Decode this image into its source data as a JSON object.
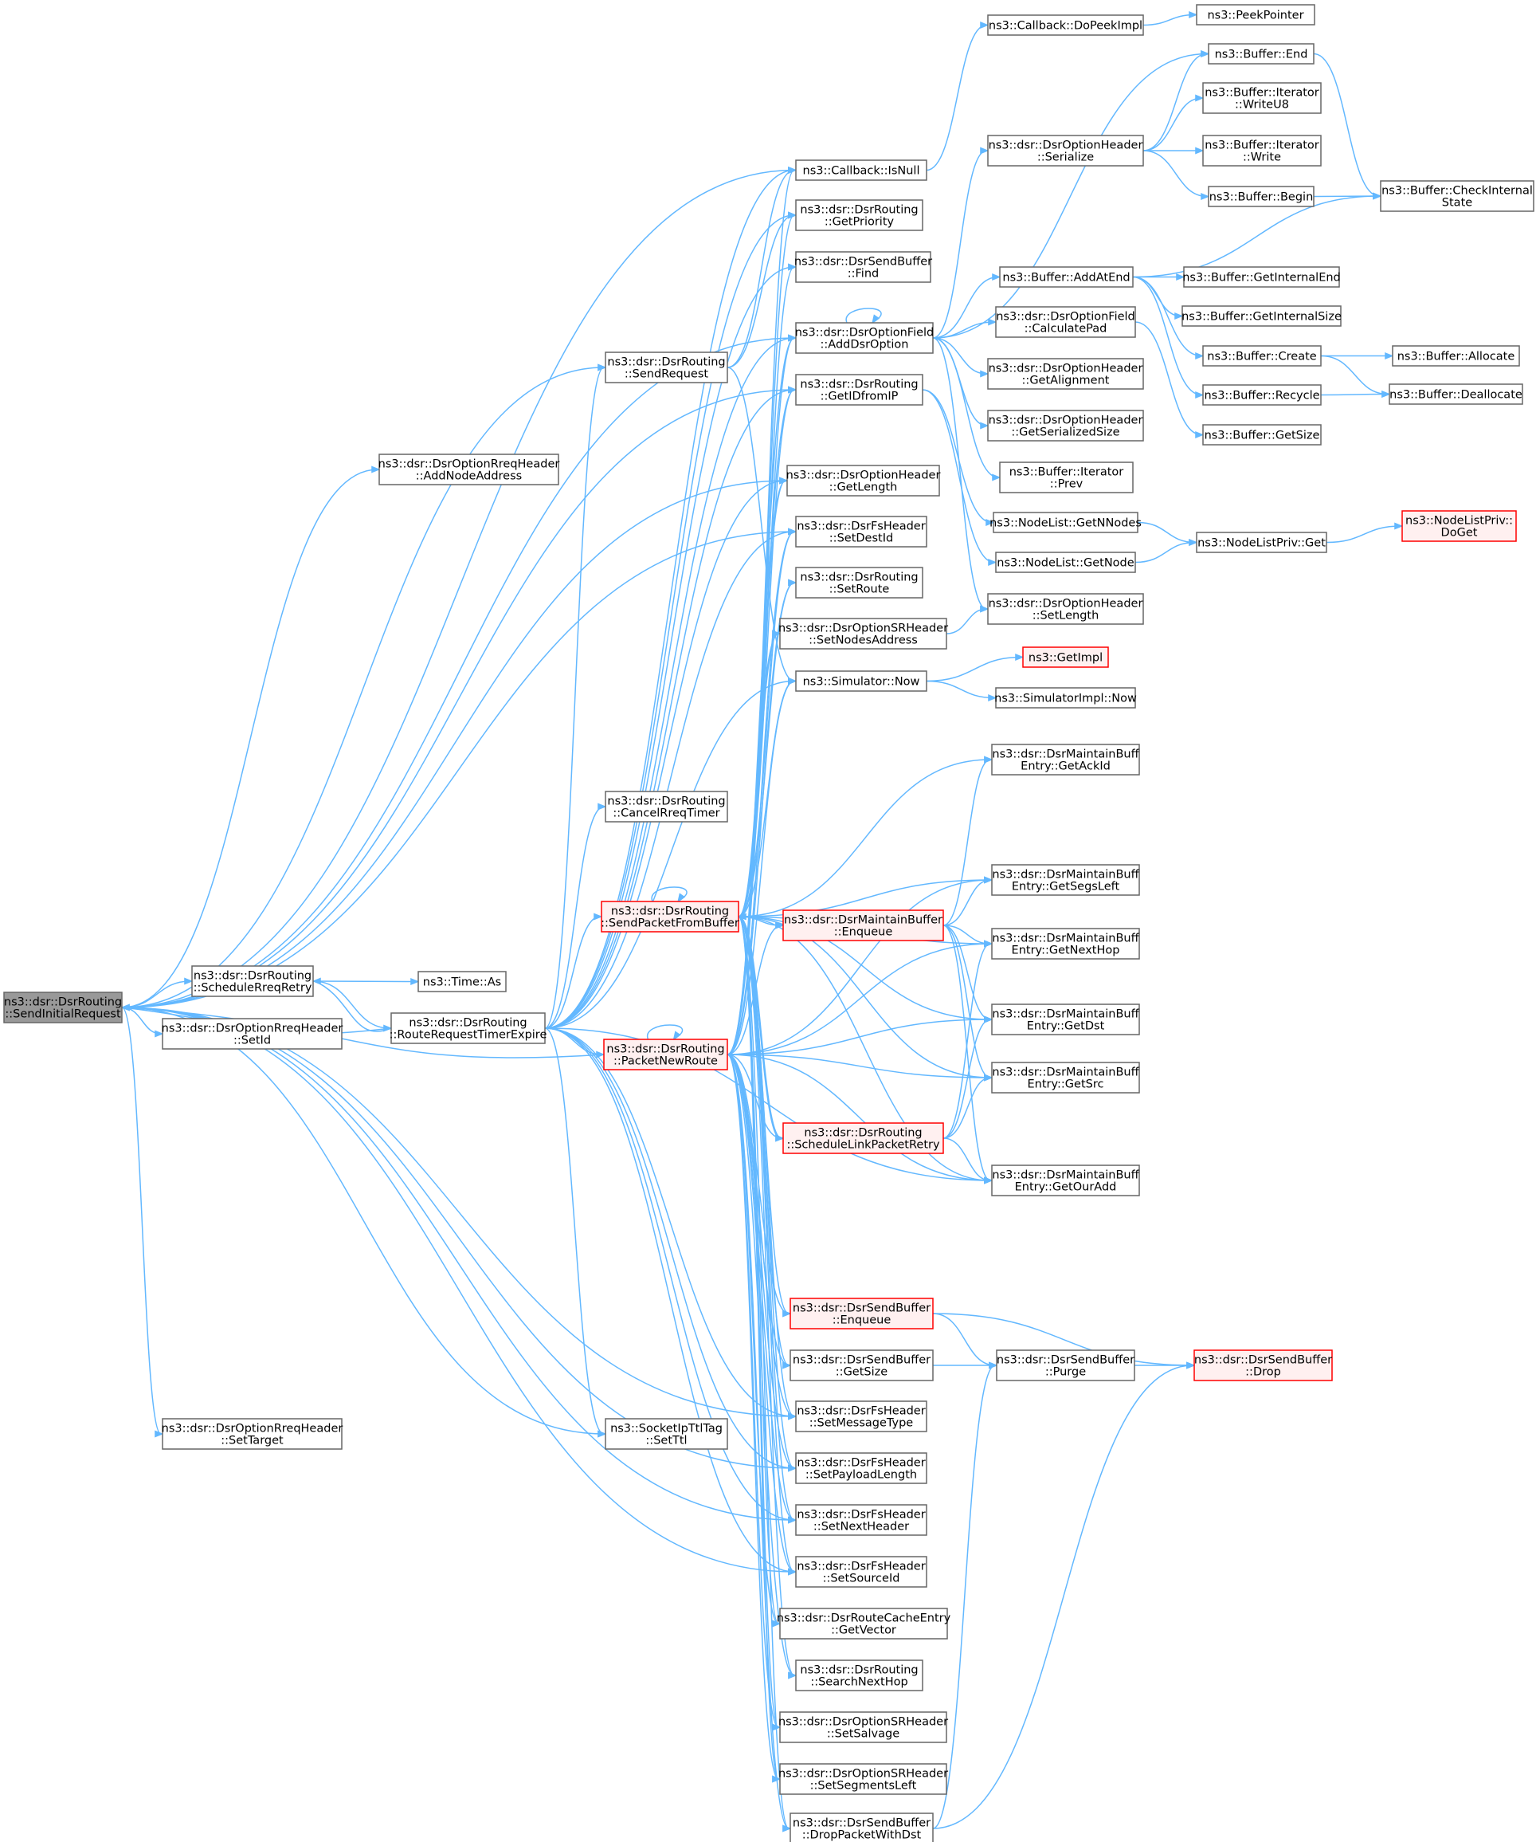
{
  "graph": {
    "edge_color": "#63b8ff",
    "nodes": [
      {
        "id": "root",
        "lines": [
          "ns3::dsr::DsrRouting",
          "::SendInitialRequest"
        ],
        "style": "root"
      },
      {
        "id": "srr",
        "lines": [
          "ns3::dsr::DsrRouting",
          "::ScheduleRreqRetry"
        ]
      },
      {
        "id": "setId",
        "lines": [
          "ns3::dsr::DsrOptionRreqHeader",
          "::SetId"
        ]
      },
      {
        "id": "setTarget",
        "lines": [
          "ns3::dsr::DsrOptionRreqHeader",
          "::SetTarget"
        ]
      },
      {
        "id": "addNode",
        "lines": [
          "ns3::dsr::DsrOptionRreqHeader",
          "::AddNodeAddress"
        ]
      },
      {
        "id": "timeAs",
        "lines": [
          "ns3::Time::As"
        ]
      },
      {
        "id": "rrte",
        "lines": [
          "ns3::dsr::DsrRouting",
          "::RouteRequestTimerExpire"
        ]
      },
      {
        "id": "sendReq",
        "lines": [
          "ns3::dsr::DsrRouting",
          "::SendRequest"
        ]
      },
      {
        "id": "cancel",
        "lines": [
          "ns3::dsr::DsrRouting",
          "::CancelRreqTimer"
        ]
      },
      {
        "id": "spfb",
        "lines": [
          "ns3::dsr::DsrRouting",
          "::SendPacketFromBuffer"
        ],
        "style": "red"
      },
      {
        "id": "pnr",
        "lines": [
          "ns3::dsr::DsrRouting",
          "::PacketNewRoute"
        ],
        "style": "red"
      },
      {
        "id": "setTtl",
        "lines": [
          "ns3::SocketIpTtlTag",
          "::SetTtl"
        ]
      },
      {
        "id": "isNull",
        "lines": [
          "ns3::Callback::IsNull"
        ]
      },
      {
        "id": "getPrio",
        "lines": [
          "ns3::dsr::DsrRouting",
          "::GetPriority"
        ]
      },
      {
        "id": "sbFind",
        "lines": [
          "ns3::dsr::DsrSendBuffer",
          "::Find"
        ]
      },
      {
        "id": "addOpt",
        "lines": [
          "ns3::dsr::DsrOptionField",
          "::AddDsrOption"
        ]
      },
      {
        "id": "getId",
        "lines": [
          "ns3::dsr::DsrRouting",
          "::GetIDfromIP"
        ]
      },
      {
        "id": "ohLen",
        "lines": [
          "ns3::dsr::DsrOptionHeader",
          "::GetLength"
        ]
      },
      {
        "id": "fsDest",
        "lines": [
          "ns3::dsr::DsrFsHeader",
          "::SetDestId"
        ]
      },
      {
        "id": "setRoute",
        "lines": [
          "ns3::dsr::DsrRouting",
          "::SetRoute"
        ]
      },
      {
        "id": "srNodes",
        "lines": [
          "ns3::dsr::DsrOptionSRHeader",
          "::SetNodesAddress"
        ]
      },
      {
        "id": "simNow",
        "lines": [
          "ns3::Simulator::Now"
        ]
      },
      {
        "id": "mbEnq",
        "lines": [
          "ns3::dsr::DsrMaintainBuffer",
          "::Enqueue"
        ],
        "style": "red"
      },
      {
        "id": "slpr",
        "lines": [
          "ns3::dsr::DsrRouting",
          "::ScheduleLinkPacketRetry"
        ],
        "style": "red"
      },
      {
        "id": "sbEnq",
        "lines": [
          "ns3::dsr::DsrSendBuffer",
          "::Enqueue"
        ],
        "style": "red"
      },
      {
        "id": "sbSize",
        "lines": [
          "ns3::dsr::DsrSendBuffer",
          "::GetSize"
        ]
      },
      {
        "id": "fsMsg",
        "lines": [
          "ns3::dsr::DsrFsHeader",
          "::SetMessageType"
        ]
      },
      {
        "id": "fsPay",
        "lines": [
          "ns3::dsr::DsrFsHeader",
          "::SetPayloadLength"
        ]
      },
      {
        "id": "fsNext",
        "lines": [
          "ns3::dsr::DsrFsHeader",
          "::SetNextHeader"
        ]
      },
      {
        "id": "fsSrc",
        "lines": [
          "ns3::dsr::DsrFsHeader",
          "::SetSourceId"
        ]
      },
      {
        "id": "rcVec",
        "lines": [
          "ns3::dsr::DsrRouteCacheEntry",
          "::GetVector"
        ]
      },
      {
        "id": "searchNH",
        "lines": [
          "ns3::dsr::DsrRouting",
          "::SearchNextHop"
        ]
      },
      {
        "id": "srSalv",
        "lines": [
          "ns3::dsr::DsrOptionSRHeader",
          "::SetSalvage"
        ]
      },
      {
        "id": "srSeg",
        "lines": [
          "ns3::dsr::DsrOptionSRHeader",
          "::SetSegmentsLeft"
        ]
      },
      {
        "id": "sbDrop",
        "lines": [
          "ns3::dsr::DsrSendBuffer",
          "::DropPacketWithDst"
        ]
      },
      {
        "id": "doPeek",
        "lines": [
          "ns3::Callback::DoPeekImpl"
        ]
      },
      {
        "id": "peek",
        "lines": [
          "ns3::PeekPointer"
        ]
      },
      {
        "id": "bufEnd",
        "lines": [
          "ns3::Buffer::End"
        ]
      },
      {
        "id": "itW8",
        "lines": [
          "ns3::Buffer::Iterator",
          "::WriteU8"
        ]
      },
      {
        "id": "ohSer",
        "lines": [
          "ns3::dsr::DsrOptionHeader",
          "::Serialize"
        ]
      },
      {
        "id": "itW",
        "lines": [
          "ns3::Buffer::Iterator",
          "::Write"
        ]
      },
      {
        "id": "bufBegin",
        "lines": [
          "ns3::Buffer::Begin"
        ]
      },
      {
        "id": "checkState",
        "lines": [
          "ns3::Buffer::CheckInternal",
          "State"
        ]
      },
      {
        "id": "addAtEnd",
        "lines": [
          "ns3::Buffer::AddAtEnd"
        ]
      },
      {
        "id": "getIntEnd",
        "lines": [
          "ns3::Buffer::GetInternalEnd"
        ]
      },
      {
        "id": "calcPad",
        "lines": [
          "ns3::dsr::DsrOptionField",
          "::CalculatePad"
        ]
      },
      {
        "id": "getIntSize",
        "lines": [
          "ns3::Buffer::GetInternalSize"
        ]
      },
      {
        "id": "bufCreate",
        "lines": [
          "ns3::Buffer::Create"
        ]
      },
      {
        "id": "bufAlloc",
        "lines": [
          "ns3::Buffer::Allocate"
        ]
      },
      {
        "id": "ohAlign",
        "lines": [
          "ns3::dsr::DsrOptionHeader",
          "::GetAlignment"
        ]
      },
      {
        "id": "bufRecycle",
        "lines": [
          "ns3::Buffer::Recycle"
        ]
      },
      {
        "id": "bufDealloc",
        "lines": [
          "ns3::Buffer::Deallocate"
        ]
      },
      {
        "id": "ohSerSize",
        "lines": [
          "ns3::dsr::DsrOptionHeader",
          "::GetSerializedSize"
        ]
      },
      {
        "id": "bufGetSize",
        "lines": [
          "ns3::Buffer::GetSize"
        ]
      },
      {
        "id": "itPrev",
        "lines": [
          "ns3::Buffer::Iterator",
          "::Prev"
        ]
      },
      {
        "id": "nlN",
        "lines": [
          "ns3::NodeList::GetNNodes"
        ]
      },
      {
        "id": "nlpGet",
        "lines": [
          "ns3::NodeListPriv::Get"
        ]
      },
      {
        "id": "nlpDoGet",
        "lines": [
          "ns3::NodeListPriv::",
          "DoGet"
        ],
        "style": "red"
      },
      {
        "id": "nlGet",
        "lines": [
          "ns3::NodeList::GetNode"
        ]
      },
      {
        "id": "ohSetLen",
        "lines": [
          "ns3::dsr::DsrOptionHeader",
          "::SetLength"
        ]
      },
      {
        "id": "getImpl",
        "lines": [
          "ns3::GetImpl"
        ],
        "style": "red"
      },
      {
        "id": "simImplNow",
        "lines": [
          "ns3::SimulatorImpl::Now"
        ]
      },
      {
        "id": "mbAck",
        "lines": [
          "ns3::dsr::DsrMaintainBuff",
          "Entry::GetAckId"
        ]
      },
      {
        "id": "mbSeg",
        "lines": [
          "ns3::dsr::DsrMaintainBuff",
          "Entry::GetSegsLeft"
        ]
      },
      {
        "id": "mbNH",
        "lines": [
          "ns3::dsr::DsrMaintainBuff",
          "Entry::GetNextHop"
        ]
      },
      {
        "id": "mbDst",
        "lines": [
          "ns3::dsr::DsrMaintainBuff",
          "Entry::GetDst"
        ]
      },
      {
        "id": "mbSrc",
        "lines": [
          "ns3::dsr::DsrMaintainBuff",
          "Entry::GetSrc"
        ]
      },
      {
        "id": "mbOur",
        "lines": [
          "ns3::dsr::DsrMaintainBuff",
          "Entry::GetOurAdd"
        ]
      },
      {
        "id": "sbPurge",
        "lines": [
          "ns3::dsr::DsrSendBuffer",
          "::Purge"
        ]
      },
      {
        "id": "sbDropF",
        "lines": [
          "ns3::dsr::DsrSendBuffer",
          "::Drop"
        ],
        "style": "red"
      }
    ],
    "edges": [
      [
        "root",
        "isNull"
      ],
      [
        "root",
        "addOpt"
      ],
      [
        "root",
        "sendReq"
      ],
      [
        "root",
        "getId"
      ],
      [
        "root",
        "addNode"
      ],
      [
        "root",
        "ohLen"
      ],
      [
        "root",
        "fsDest"
      ],
      [
        "root",
        "srr"
      ],
      [
        "root",
        "setId"
      ],
      [
        "root",
        "setTarget"
      ],
      [
        "root",
        "setTtl"
      ],
      [
        "root",
        "fsPay"
      ],
      [
        "root",
        "fsNext"
      ],
      [
        "root",
        "fsSrc"
      ],
      [
        "root",
        "fsMsg"
      ],
      [
        "srr",
        "timeAs"
      ],
      [
        "srr",
        "rrte"
      ],
      [
        "rrte",
        "srr"
      ],
      [
        "rrte",
        "root"
      ],
      [
        "pnr",
        "root"
      ],
      [
        "rrte",
        "sendReq"
      ],
      [
        "rrte",
        "cancel"
      ],
      [
        "rrte",
        "spfb"
      ],
      [
        "rrte",
        "pnr"
      ],
      [
        "rrte",
        "setTtl"
      ],
      [
        "rrte",
        "simNow"
      ],
      [
        "rrte",
        "isNull"
      ],
      [
        "rrte",
        "fsMsg"
      ],
      [
        "rrte",
        "fsPay"
      ],
      [
        "rrte",
        "fsNext"
      ],
      [
        "rrte",
        "fsSrc"
      ],
      [
        "rrte",
        "fsDest"
      ],
      [
        "rrte",
        "ohLen"
      ],
      [
        "rrte",
        "addOpt"
      ],
      [
        "rrte",
        "getId"
      ],
      [
        "rrte",
        "getPrio"
      ],
      [
        "rrte",
        "sbFind"
      ],
      [
        "rrte",
        "mbOur"
      ],
      [
        "sendReq",
        "isNull"
      ],
      [
        "sendReq",
        "getPrio"
      ],
      [
        "sendReq",
        "simNow"
      ],
      [
        "spfb",
        "spfb"
      ],
      [
        "spfb",
        "isNull"
      ],
      [
        "spfb",
        "getPrio"
      ],
      [
        "spfb",
        "sbFind"
      ],
      [
        "spfb",
        "addOpt"
      ],
      [
        "spfb",
        "getId"
      ],
      [
        "spfb",
        "ohLen"
      ],
      [
        "spfb",
        "fsDest"
      ],
      [
        "spfb",
        "setRoute"
      ],
      [
        "spfb",
        "srNodes"
      ],
      [
        "spfb",
        "simNow"
      ],
      [
        "spfb",
        "mbEnq"
      ],
      [
        "spfb",
        "slpr"
      ],
      [
        "spfb",
        "mbAck"
      ],
      [
        "spfb",
        "mbSeg"
      ],
      [
        "spfb",
        "mbNH"
      ],
      [
        "spfb",
        "mbDst"
      ],
      [
        "spfb",
        "mbSrc"
      ],
      [
        "spfb",
        "mbOur"
      ],
      [
        "spfb",
        "sbEnq"
      ],
      [
        "spfb",
        "sbSize"
      ],
      [
        "spfb",
        "fsMsg"
      ],
      [
        "spfb",
        "fsPay"
      ],
      [
        "spfb",
        "fsNext"
      ],
      [
        "spfb",
        "fsSrc"
      ],
      [
        "spfb",
        "rcVec"
      ],
      [
        "spfb",
        "searchNH"
      ],
      [
        "spfb",
        "srSalv"
      ],
      [
        "spfb",
        "srSeg"
      ],
      [
        "spfb",
        "sbDrop"
      ],
      [
        "pnr",
        "pnr"
      ],
      [
        "pnr",
        "addOpt"
      ],
      [
        "pnr",
        "getId"
      ],
      [
        "pnr",
        "ohLen"
      ],
      [
        "pnr",
        "fsDest"
      ],
      [
        "pnr",
        "setRoute"
      ],
      [
        "pnr",
        "srNodes"
      ],
      [
        "pnr",
        "simNow"
      ],
      [
        "pnr",
        "mbEnq"
      ],
      [
        "pnr",
        "slpr"
      ],
      [
        "pnr",
        "mbSeg"
      ],
      [
        "pnr",
        "mbNH"
      ],
      [
        "pnr",
        "mbDst"
      ],
      [
        "pnr",
        "mbSrc"
      ],
      [
        "pnr",
        "mbOur"
      ],
      [
        "pnr",
        "sbEnq"
      ],
      [
        "pnr",
        "sbSize"
      ],
      [
        "pnr",
        "fsMsg"
      ],
      [
        "pnr",
        "fsPay"
      ],
      [
        "pnr",
        "fsNext"
      ],
      [
        "pnr",
        "fsSrc"
      ],
      [
        "pnr",
        "rcVec"
      ],
      [
        "pnr",
        "searchNH"
      ],
      [
        "pnr",
        "srSalv"
      ],
      [
        "pnr",
        "srSeg"
      ],
      [
        "pnr",
        "sbDrop"
      ],
      [
        "isNull",
        "doPeek"
      ],
      [
        "doPeek",
        "peek"
      ],
      [
        "addOpt",
        "addOpt"
      ],
      [
        "addOpt",
        "bufEnd"
      ],
      [
        "addOpt",
        "ohSer"
      ],
      [
        "addOpt",
        "addAtEnd"
      ],
      [
        "addOpt",
        "calcPad"
      ],
      [
        "addOpt",
        "ohAlign"
      ],
      [
        "addOpt",
        "ohSerSize"
      ],
      [
        "addOpt",
        "itPrev"
      ],
      [
        "addOpt",
        "ohSetLen"
      ],
      [
        "ohSer",
        "bufEnd"
      ],
      [
        "ohSer",
        "itW8"
      ],
      [
        "ohSer",
        "itW"
      ],
      [
        "ohSer",
        "bufBegin"
      ],
      [
        "bufEnd",
        "checkState"
      ],
      [
        "bufBegin",
        "checkState"
      ],
      [
        "addAtEnd",
        "checkState"
      ],
      [
        "addAtEnd",
        "getIntEnd"
      ],
      [
        "addAtEnd",
        "getIntSize"
      ],
      [
        "addAtEnd",
        "bufCreate"
      ],
      [
        "addAtEnd",
        "bufRecycle"
      ],
      [
        "bufCreate",
        "bufAlloc"
      ],
      [
        "bufCreate",
        "bufDealloc"
      ],
      [
        "bufRecycle",
        "bufDealloc"
      ],
      [
        "calcPad",
        "bufGetSize"
      ],
      [
        "getId",
        "nlN"
      ],
      [
        "getId",
        "nlGet"
      ],
      [
        "nlN",
        "nlpGet"
      ],
      [
        "nlGet",
        "nlpGet"
      ],
      [
        "nlpGet",
        "nlpDoGet"
      ],
      [
        "srNodes",
        "ohSetLen"
      ],
      [
        "simNow",
        "getImpl"
      ],
      [
        "simNow",
        "simImplNow"
      ],
      [
        "mbEnq",
        "mbAck"
      ],
      [
        "mbEnq",
        "mbSeg"
      ],
      [
        "mbEnq",
        "mbNH"
      ],
      [
        "mbEnq",
        "mbDst"
      ],
      [
        "mbEnq",
        "mbSrc"
      ],
      [
        "mbEnq",
        "mbOur"
      ],
      [
        "slpr",
        "mbNH"
      ],
      [
        "slpr",
        "mbDst"
      ],
      [
        "slpr",
        "mbSrc"
      ],
      [
        "slpr",
        "mbOur"
      ],
      [
        "slpr",
        "spfb"
      ],
      [
        "sbEnq",
        "sbPurge"
      ],
      [
        "sbEnq",
        "sbDropF"
      ],
      [
        "sbSize",
        "sbPurge"
      ],
      [
        "sbPurge",
        "sbDropF"
      ],
      [
        "sbDrop",
        "sbPurge"
      ],
      [
        "sbDrop",
        "sbDropF"
      ]
    ]
  }
}
